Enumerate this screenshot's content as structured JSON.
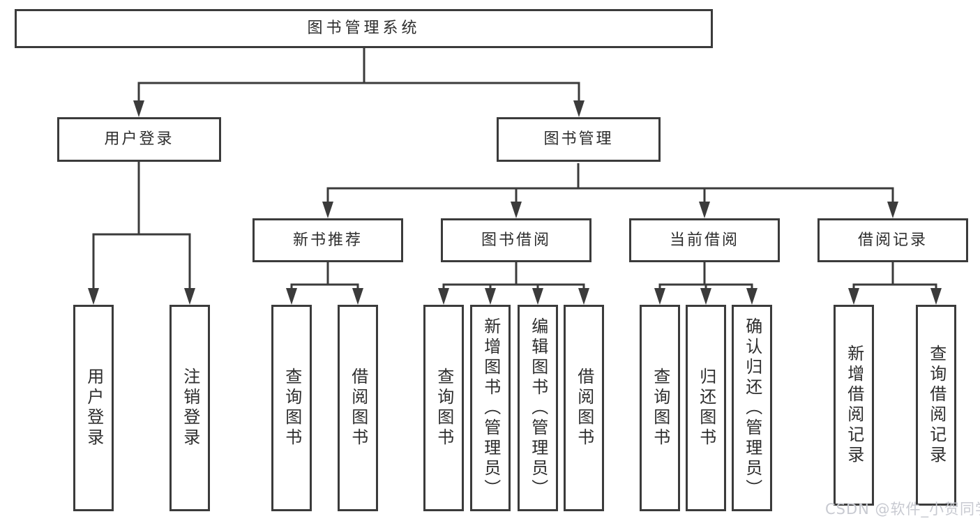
{
  "tree": {
    "root": "图书管理系统",
    "branches": [
      {
        "label": "用户登录",
        "leaves": [
          "用户登录",
          "注销登录"
        ]
      },
      {
        "label": "图书管理",
        "groups": [
          {
            "label": "新书推荐",
            "leaves": [
              "查询图书",
              "借阅图书"
            ]
          },
          {
            "label": "图书借阅",
            "leaves": [
              "查询图书",
              "新增图书（管理员）",
              "编辑图书（管理员）",
              "借阅图书"
            ]
          },
          {
            "label": "当前借阅",
            "leaves": [
              "查询图书",
              "归还图书",
              "确认归还（管理员）"
            ]
          },
          {
            "label": "借阅记录",
            "leaves": [
              "新增借阅记录",
              "查询借阅记录"
            ]
          }
        ]
      }
    ]
  },
  "watermark": "CSDN @软件_小贺同学",
  "colors": {
    "line": "#3b3b3b",
    "text": "#2d2d2d",
    "watermark": "#c8cad1",
    "background": "#ffffff"
  }
}
